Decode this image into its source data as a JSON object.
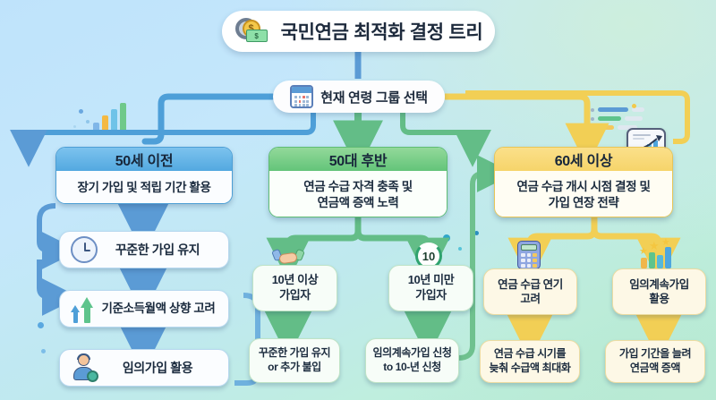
{
  "title": {
    "text": "국민연금 최적화 결정 트리",
    "icon": "gear-coin-icon"
  },
  "root_node": {
    "text": "현재 연령 그룹 선택",
    "icon": "calendar-icon"
  },
  "colors": {
    "background_top": "#bfe3fb",
    "background_bottom": "#b4ead3",
    "blue_branch": "#4d9ed4",
    "green_branch": "#5fbd74",
    "yellow_branch": "#e8c557",
    "blue_arrow": "#5b9bd5",
    "green_arrow": "#63bd87",
    "yellow_arrow": "#f2cf55"
  },
  "branches": [
    {
      "id": "under-50",
      "header": "50세 이전",
      "body": "장기 가입 및 적립 기간 활용",
      "accent": "blue",
      "items": [
        {
          "label": "꾸준한 가입 유지",
          "icon": "clock-icon"
        },
        {
          "label": "기준소득월액 상향 고려",
          "icon": "up-arrows-icon"
        },
        {
          "label": "임의가입 활용",
          "icon": "person-gear-icon"
        }
      ]
    },
    {
      "id": "late-50s",
      "header": "50대 후반",
      "body": "연금 수급 자격 충족 및\n연금액 증액 노력",
      "accent": "green",
      "items": [
        {
          "label": "10년 이상\n가입자",
          "icon": "handshake-icon",
          "outcome": "꾸준한 가입 유지\nor 추가 불입"
        },
        {
          "label": "10년 미만\n가입자",
          "icon": "ten-year-cycle-icon",
          "outcome": "임의계속가입 신청\nto 10-년 신청"
        }
      ]
    },
    {
      "id": "over-60",
      "header": "60세 이상",
      "body": "연금 수급 개시 시점 결정 및\n가입 연장 전략",
      "accent": "yellow",
      "items": [
        {
          "label": "연금 수급 연기\n고려",
          "icon": "calculator-icon",
          "outcome": "연금 수급 시기를\n늦춰 수급액 최대화"
        },
        {
          "label": "임의계속가입\n활용",
          "icon": "stars-bars-icon",
          "outcome": "가입 기간을 늘려\n연금액 증액"
        }
      ]
    }
  ],
  "decorations": {
    "chart_card_icon": "line-chart-icon",
    "mini_bars_icon": "bar-chart-icon",
    "progress_list_icon": "progress-list-icon"
  }
}
